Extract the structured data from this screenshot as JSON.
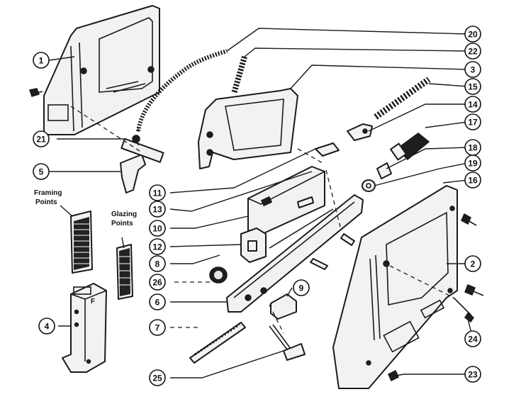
{
  "labels": {
    "framing_points": [
      "Framing",
      "Points"
    ],
    "glazing_points": [
      "Glazing",
      "Points"
    ],
    "part_letter": "F"
  },
  "callouts": [
    "1",
    "20",
    "22",
    "3",
    "15",
    "14",
    "17",
    "18",
    "19",
    "16",
    "21",
    "5",
    "11",
    "13",
    "10",
    "12",
    "8",
    "26",
    "6",
    "7",
    "25",
    "9",
    "2",
    "24",
    "23",
    "4"
  ]
}
